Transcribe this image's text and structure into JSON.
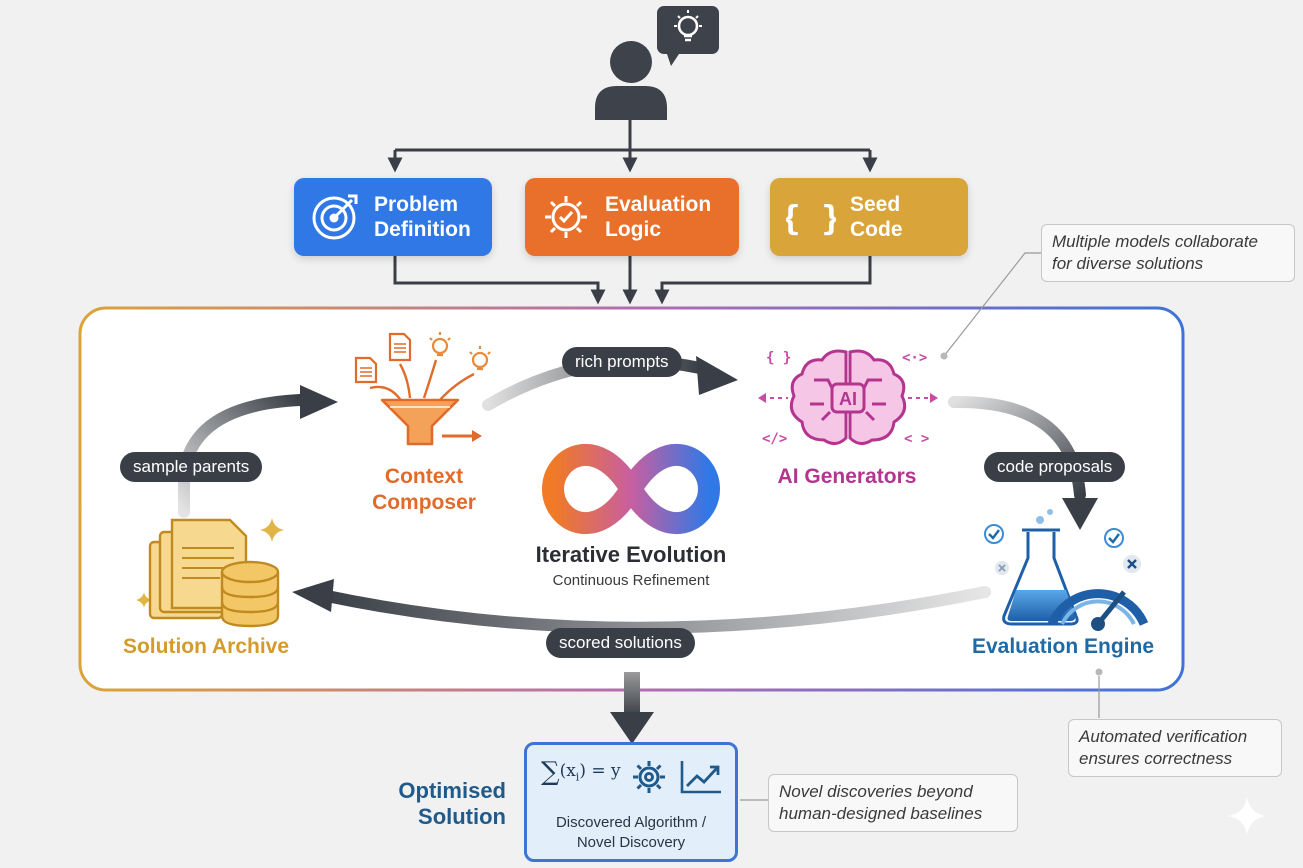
{
  "inputs": {
    "problem": {
      "line1": "Problem",
      "line2": "Definition",
      "color": "#2f78e6",
      "icon": "target-icon"
    },
    "evaluation": {
      "line1": "Evaluation",
      "line2": "Logic",
      "color": "#e8702a",
      "icon": "gear-check-icon"
    },
    "seed": {
      "line1": "Seed",
      "line2": "Code",
      "color": "#d9a53a",
      "icon": "curly-braces-icon"
    }
  },
  "cycle": {
    "context_composer": {
      "line1": "Context",
      "line2": "Composer",
      "color": "#e06b2a"
    },
    "ai_generators": {
      "label": "AI Generators",
      "chip": "AI",
      "color": "#b4358f"
    },
    "evaluation_engine": {
      "label": "Evaluation Engine",
      "color": "#1e6aa6"
    },
    "solution_archive": {
      "label": "Solution Archive",
      "color": "#d49a2c"
    },
    "center": {
      "title": "Iterative Evolution",
      "subtitle": "Continuous Refinement"
    }
  },
  "flows": {
    "rich_prompts": "rich prompts",
    "code_proposals": "code proposals",
    "scored_solutions": "scored solutions",
    "sample_parents": "sample parents"
  },
  "notes": {
    "collaborate": {
      "line1": "Multiple models collaborate",
      "line2": "for diverse solutions"
    },
    "verification": {
      "line1": "Automated verification",
      "line2": "ensures correctness"
    },
    "novel": {
      "line1": "Novel discoveries beyond",
      "line2": "human-designed baselines"
    }
  },
  "output": {
    "title_line1": "Optimised",
    "title_line2": "Solution",
    "formula": "(x",
    "formula_sub": "i",
    "formula_tail": ") = y",
    "caption_line1": "Discovered Algorithm /",
    "caption_line2": "Novel Discovery",
    "color": "#1f5a8a"
  }
}
